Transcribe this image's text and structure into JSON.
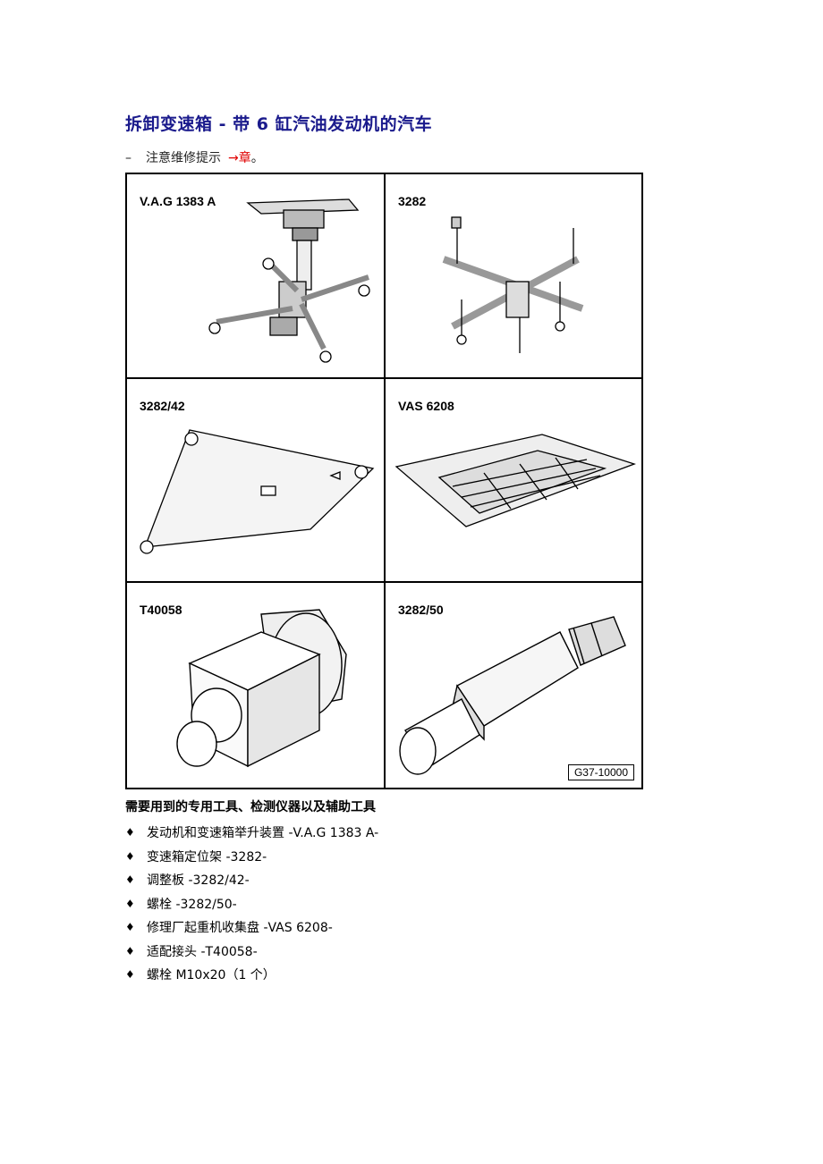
{
  "page": {
    "title": "拆卸变速箱 - 带 6 缸汽油发动机的汽车",
    "note": {
      "dash": "–",
      "text": "注意维修提示",
      "arrow": "→",
      "link": "章",
      "end": "。"
    }
  },
  "figure": {
    "cells": [
      {
        "label": "V.A.G 1383 A"
      },
      {
        "label": "3282"
      },
      {
        "label": "3282/42"
      },
      {
        "label": "VAS 6208"
      },
      {
        "label": "T40058"
      },
      {
        "label": "3282/50"
      }
    ],
    "code": "G37-10000"
  },
  "tools": {
    "heading": "需要用到的专用工具、检测仪器以及辅助工具",
    "bullet": "♦",
    "items": [
      "发动机和变速箱举升装置 -V.A.G 1383 A-",
      "变速箱定位架 -3282-",
      "调整板 -3282/42-",
      "螺栓 -3282/50-",
      "修理厂起重机收集盘 -VAS 6208-",
      "适配接头 -T40058-",
      "螺栓 M10x20（1 个）"
    ]
  }
}
